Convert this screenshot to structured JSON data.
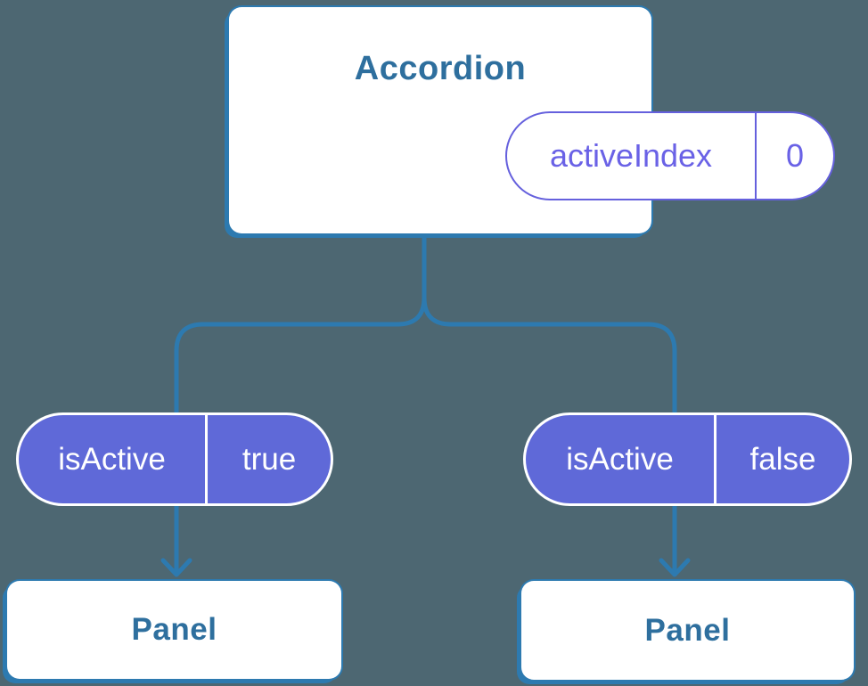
{
  "diagram": {
    "root": {
      "title": "Accordion",
      "state": {
        "name": "activeIndex",
        "value": "0"
      }
    },
    "children": [
      {
        "state": {
          "name": "isActive",
          "value": "true"
        },
        "label": "Panel"
      },
      {
        "state": {
          "name": "isActive",
          "value": "false"
        },
        "label": "Panel"
      }
    ]
  },
  "colors": {
    "bg": "#4d6772",
    "connector": "#2d7ab0",
    "card-bg": "#ffffff",
    "card-text": "#2e6f9e",
    "pill-fill": "#5f69d8",
    "pill-outline": "#6560dd",
    "pill-text-light": "#ffffff",
    "pill-text-purple": "#6a62e6"
  }
}
